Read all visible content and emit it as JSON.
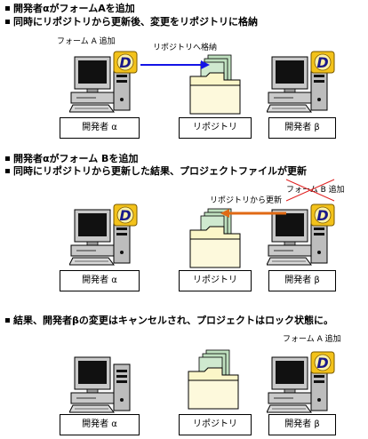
{
  "section1": {
    "lines": [
      "開発者αがフォームAを追加",
      "同時にリポジトリから更新後、変更をリポジトリに格納"
    ],
    "pc_left_note": "フォーム A 追加",
    "arrow_label": "リポジトリへ格納",
    "labels": [
      "開発者 α",
      "リポジトリ",
      "開発者 β"
    ]
  },
  "section2": {
    "lines": [
      "開発者αがフォーム Bを追加",
      "同時にリポジトリから更新した結果、プロジェクトファイルが更新"
    ],
    "arrow_label": "リポジトリから更新",
    "pc_right_note": "フォーム B 追加",
    "labels": [
      "開発者 α",
      "リポジトリ",
      "開発者 β"
    ]
  },
  "section3": {
    "lines": [
      "結果、開発者βの変更はキャンセルされ、プロジェクトはロック状態に。"
    ],
    "pc_right_note": "フォーム A 追加",
    "labels": [
      "開発者 α",
      "リポジトリ",
      "開発者 β"
    ]
  },
  "colors": {
    "arrow_blue": "#1414e6",
    "arrow_orange": "#e06a14",
    "strike_red": "#e02020",
    "folder_fill": "#fbf6c8",
    "doc_fill": "#bfe0bf"
  }
}
